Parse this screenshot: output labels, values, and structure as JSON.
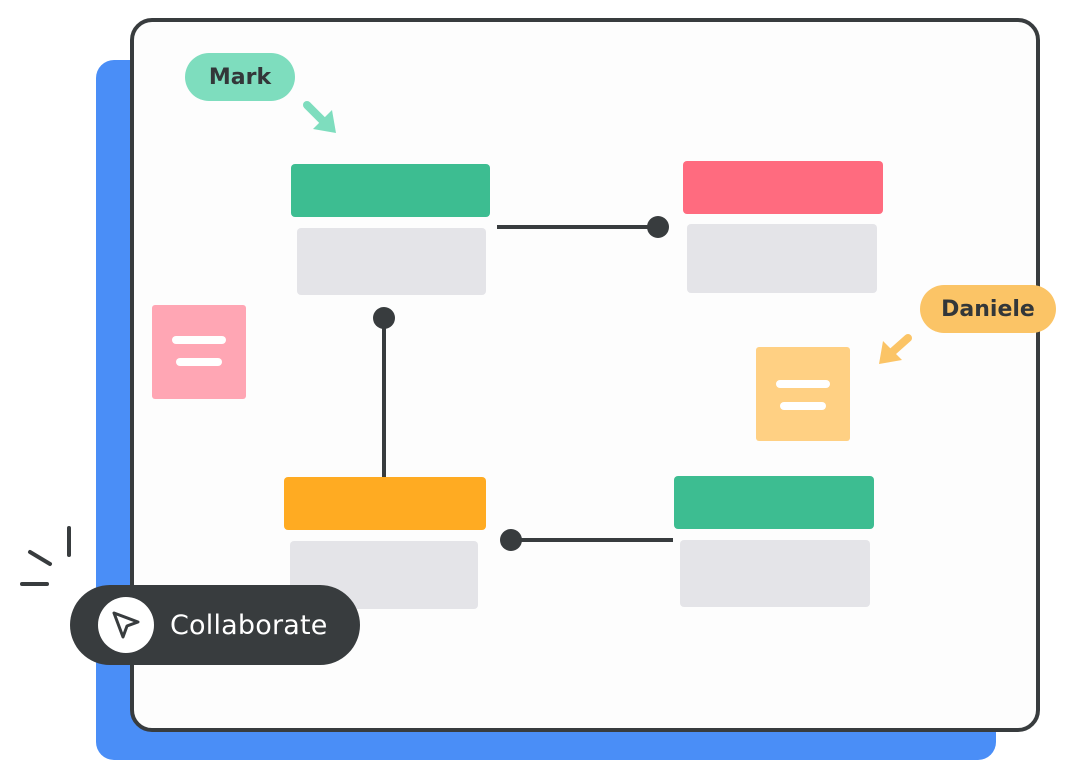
{
  "colors": {
    "backdrop": "#4a8ef7",
    "frame": "#383c3e",
    "green": "#3dbd91",
    "red": "#ff6b7f",
    "orange": "#ffab22",
    "card_body": "#e4e4e8",
    "pink_note": "#ffa6b4",
    "yellow_note": "#ffd083",
    "mark_tag": "#7eddbe",
    "daniele_tag": "#fbc466",
    "connector": "#383c3e"
  },
  "users": {
    "mark": "Mark",
    "daniele": "Daniele"
  },
  "collaborate": {
    "label": "Collaborate",
    "icon": "cursor-arrow-icon"
  }
}
